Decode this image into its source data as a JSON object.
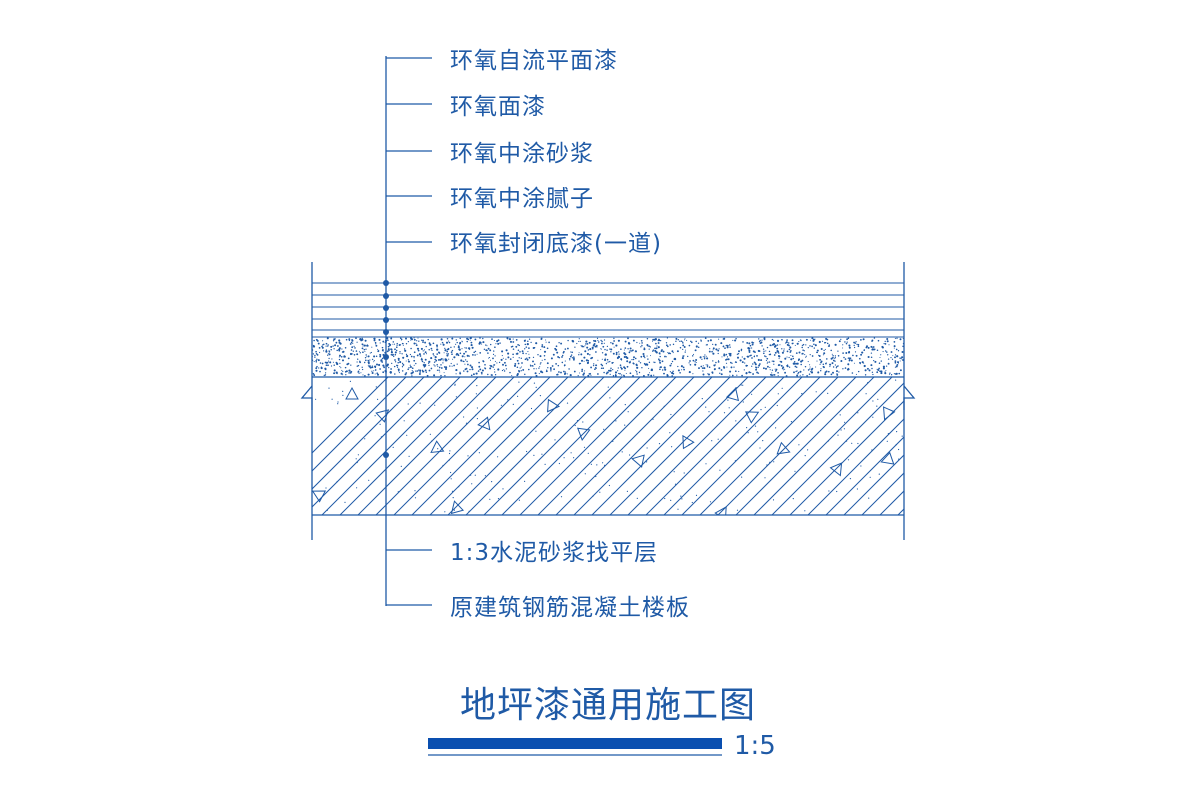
{
  "colors": {
    "line": "#1f5aa6",
    "title_bar": "#0a4fb0",
    "background": "#ffffff"
  },
  "callouts_top": [
    "环氧自流平面漆",
    "环氧面漆",
    "环氧中涂砂浆",
    "环氧中涂腻子",
    "环氧封闭底漆(一道)"
  ],
  "callouts_bottom": [
    "1:3水泥砂浆找平层",
    "原建筑钢筋混凝土楼板"
  ],
  "title": "地坪漆通用施工图",
  "scale": "1:5"
}
